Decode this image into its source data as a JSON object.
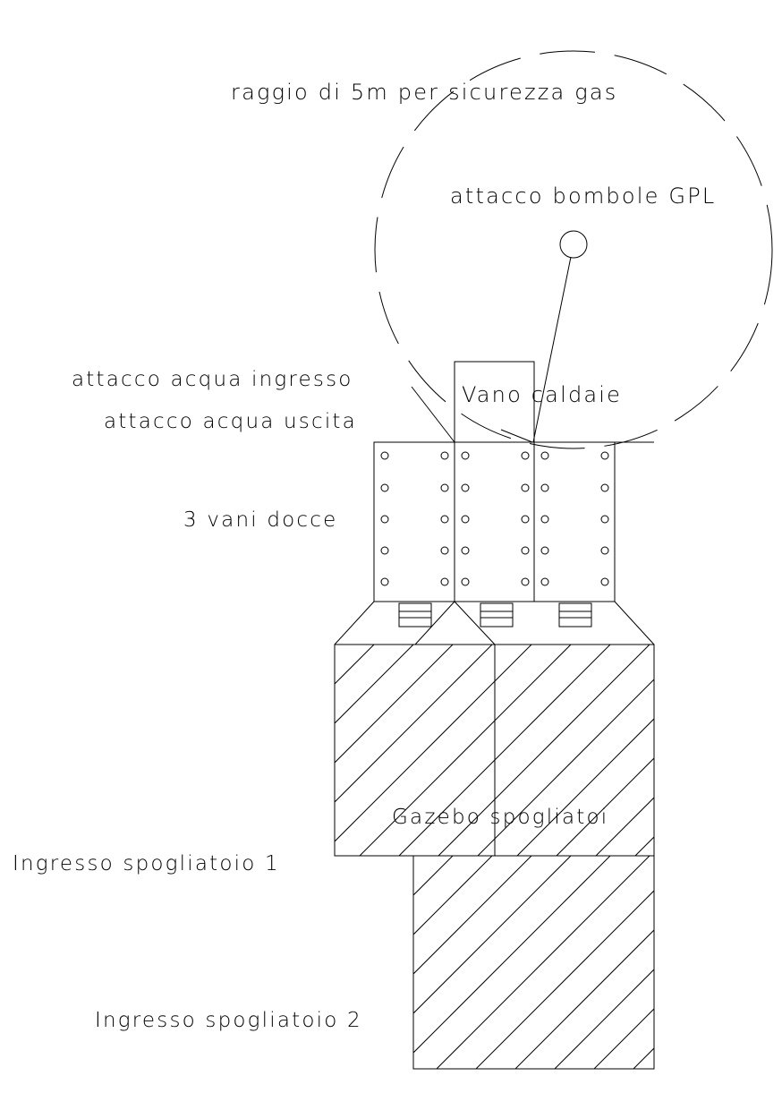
{
  "labels": {
    "gas_radius": "raggio di 5m per sicurezza gas",
    "gpl_connection": "attacco bombole GPL",
    "water_in": "attacco acqua ingresso",
    "water_out": "attacco acqua uscita",
    "boiler_room": "Vano caldaie",
    "showers": "3 vani docce",
    "gazebo": "Gazebo spogliatoi",
    "entrance_1": "Ingresso spogliatoio 1",
    "entrance_2": "Ingresso spogliatoio 2"
  },
  "colors": {
    "line": "#000000",
    "background": "#ffffff"
  },
  "shower_cabins": 3
}
